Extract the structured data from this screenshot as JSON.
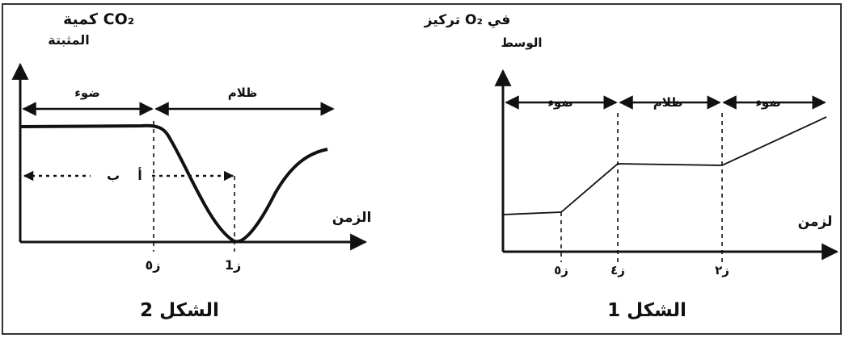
{
  "figure1": {
    "caption": "الشكل 1",
    "ylabel_line1": "تركيز O₂ في",
    "ylabel_line2": "الوسط",
    "xlabel": "لزمن",
    "phases": [
      "ضوء",
      "ظلام",
      "ضوء"
    ],
    "ticks": [
      "ز٥",
      "ز٤",
      "ز٢"
    ]
  },
  "figure2": {
    "caption": "الشكل 2",
    "ylabel_line1": "كمية CO₂",
    "ylabel_line2": "المثبتة",
    "xlabel": "الزمن",
    "phases": [
      "ضوء",
      "ظلام"
    ],
    "segment_labels": [
      "أ",
      "ب"
    ],
    "ticks": [
      "ز٥",
      "ز1"
    ]
  },
  "colors": {
    "ink": "#111111",
    "frame": "#333333",
    "background": "#ffffff"
  }
}
